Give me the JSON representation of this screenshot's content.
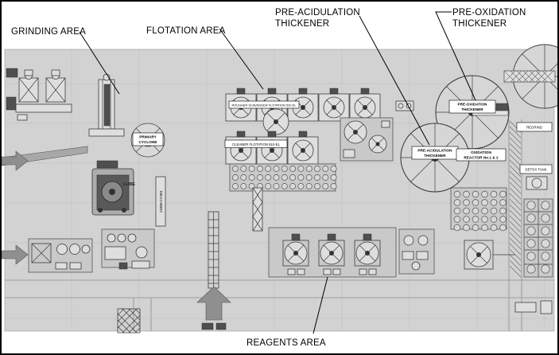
{
  "colors": {
    "page_bg": "#ffffff",
    "border": "#000000",
    "plant_fill": "#d2d2d2",
    "arrow_fill": "#8f8f8f",
    "label_bg": "#ffffff"
  },
  "callouts": {
    "grinding_area": "GRINDING  AREA",
    "flotation_area": "FLOTATION AREA",
    "pre_acidulation": {
      "line1": "PRE-ACIDULATION",
      "line2": "THICKENER"
    },
    "pre_oxidation": {
      "line1": "PRE-OXIDATION",
      "line2": "THICKENER"
    },
    "reagents_area": "REAGENTS AREA"
  },
  "equipment_labels": {
    "primary_cyclone": {
      "line1": "PRIMARY",
      "line2": "CYCLONE"
    },
    "rougher_flotation_row": "ROUGHER SCAVENGER FLOTATION 520-EL",
    "cleaner_flotation_row": "CLEANER FLOTATION 510-EL",
    "pre_oxidation_thickener": {
      "line1": "PRE-OXIDATION",
      "line2": "THICKENER"
    },
    "pre_acidulation_thickener": {
      "line1": "PRE-ACIDULATION",
      "line2": "THICKENER"
    },
    "oxidation_reactor": {
      "line1": "OXIDATION",
      "line2": "REACTOR No.1 & 2"
    },
    "lube": "LUBE",
    "conveyor_tag": "23480-CV-001",
    "regrind": "REGRIND",
    "detox_tank": "DETOX TANK"
  }
}
